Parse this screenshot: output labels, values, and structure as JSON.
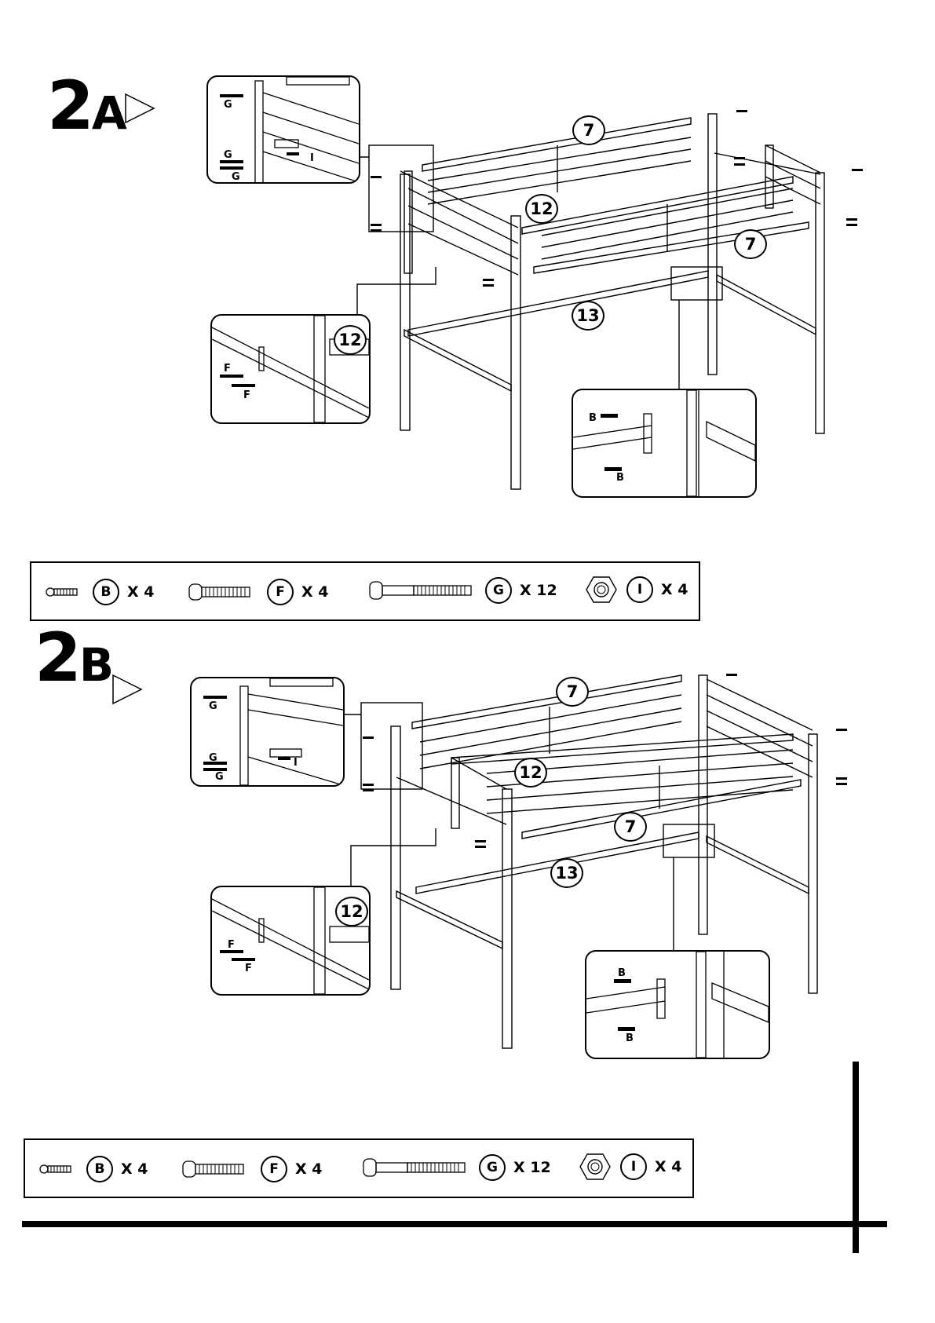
{
  "steps": [
    {
      "prefix": "2",
      "suffix": "A"
    },
    {
      "prefix": "2",
      "suffix": "B"
    }
  ],
  "callouts": {
    "rail_long": "7",
    "rail_front": "12",
    "rail_lower": "13"
  },
  "hardware_letters": {
    "g": "G",
    "i": "I",
    "f": "F",
    "b": "B"
  },
  "parts_box_a": [
    {
      "letter": "B",
      "qty": "X 4"
    },
    {
      "letter": "F",
      "qty": "X 4"
    },
    {
      "letter": "G",
      "qty": "X 12"
    },
    {
      "letter": "I",
      "qty": "X 4"
    }
  ],
  "parts_box_b": [
    {
      "letter": "B",
      "qty": "X 4"
    },
    {
      "letter": "F",
      "qty": "X 4"
    },
    {
      "letter": "G",
      "qty": "X 12"
    },
    {
      "letter": "I",
      "qty": "X 4"
    }
  ],
  "icons": [
    "bolt-short-icon",
    "bolt-medium-icon",
    "bolt-long-icon",
    "hex-nut-icon"
  ]
}
